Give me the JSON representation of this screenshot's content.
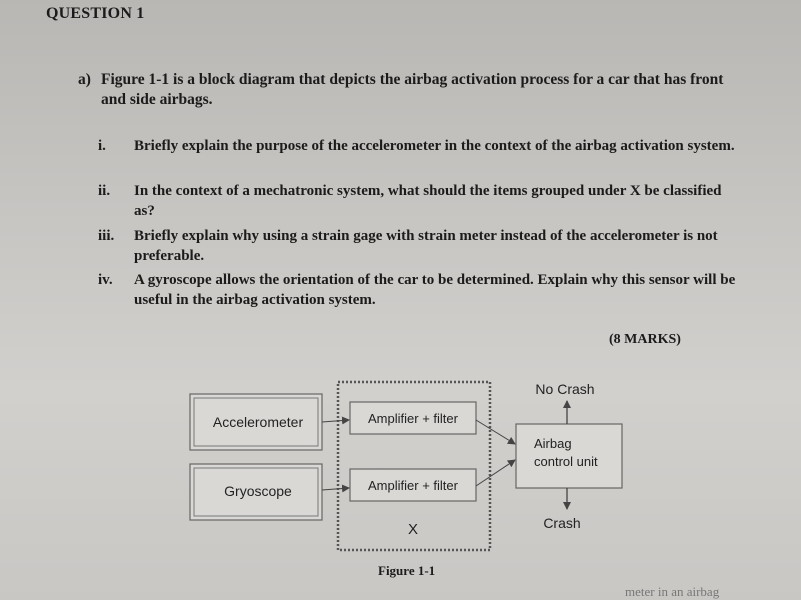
{
  "page": {
    "heading": "QUESTION 1",
    "intro_label": "a)",
    "intro_text": "Figure 1-1 is a block diagram that depicts the airbag activation process for a car that has front and side airbags.",
    "items": [
      {
        "num": "i.",
        "text": "Briefly explain the purpose of the accelerometer in the context of the airbag activation system."
      },
      {
        "num": "ii.",
        "text": "In the context of a mechatronic system, what should the items grouped under X be classified as?"
      },
      {
        "num": "iii.",
        "text": "Briefly explain why using a strain gage with strain meter instead of the accelerometer is not preferable."
      },
      {
        "num": "iv.",
        "text": "A gyroscope allows the orientation of the car to be determined. Explain why this sensor will be useful in the airbag activation system."
      }
    ],
    "marks": "(8 MARKS)",
    "figure_caption": "Figure 1-1",
    "cut_off_text": "meter in an airbag"
  },
  "diagram": {
    "accelerometer": "Accelerometer",
    "gyroscope": "Gryoscope",
    "amp_filter_1": "Amplifier + filter",
    "amp_filter_2": "Amplifier + filter",
    "group_label": "X",
    "control_line1": "Airbag",
    "control_line2": "control unit",
    "no_crash": "No Crash",
    "crash": "Crash"
  }
}
